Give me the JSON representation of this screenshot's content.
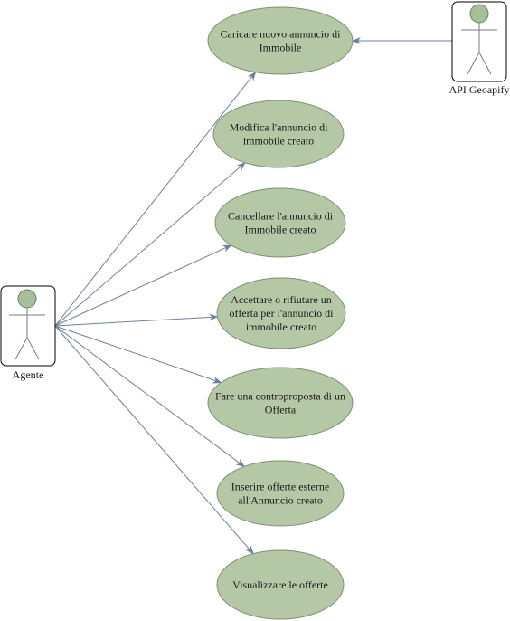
{
  "colors": {
    "usecase_fill": "#b5c8a6",
    "usecase_stroke": "#7f9072",
    "actor_head": "#a7bf98",
    "line": "#6e7f9b",
    "actor_box": "#000000"
  },
  "actors": [
    {
      "id": "agente",
      "label": "Agente"
    },
    {
      "id": "api",
      "label": "API Geoapify"
    }
  ],
  "use_cases": [
    {
      "id": "uc1",
      "lines": [
        "Caricare nuovo annuncio di",
        "Immobile"
      ]
    },
    {
      "id": "uc2",
      "lines": [
        "Modifica l'annuncio di",
        "immobile creato"
      ]
    },
    {
      "id": "uc3",
      "lines": [
        "Cancellare l'annuncio di",
        "Immobile creato"
      ]
    },
    {
      "id": "uc4",
      "lines": [
        "Accettare o rifiutare un",
        "offerta per l'annuncio di",
        "immobile creato"
      ]
    },
    {
      "id": "uc5",
      "lines": [
        "Fare una controproposta di un",
        "Offerta"
      ]
    },
    {
      "id": "uc6",
      "lines": [
        "Inserire offerte esterne",
        "all'Annuncio creato"
      ]
    },
    {
      "id": "uc7",
      "lines": [
        "Visualizzare le offerte"
      ]
    }
  ],
  "associations": [
    {
      "from": "agente",
      "to": "uc1"
    },
    {
      "from": "agente",
      "to": "uc2"
    },
    {
      "from": "agente",
      "to": "uc3"
    },
    {
      "from": "agente",
      "to": "uc4"
    },
    {
      "from": "agente",
      "to": "uc5"
    },
    {
      "from": "agente",
      "to": "uc6"
    },
    {
      "from": "agente",
      "to": "uc7"
    },
    {
      "from": "api",
      "to": "uc1"
    }
  ]
}
